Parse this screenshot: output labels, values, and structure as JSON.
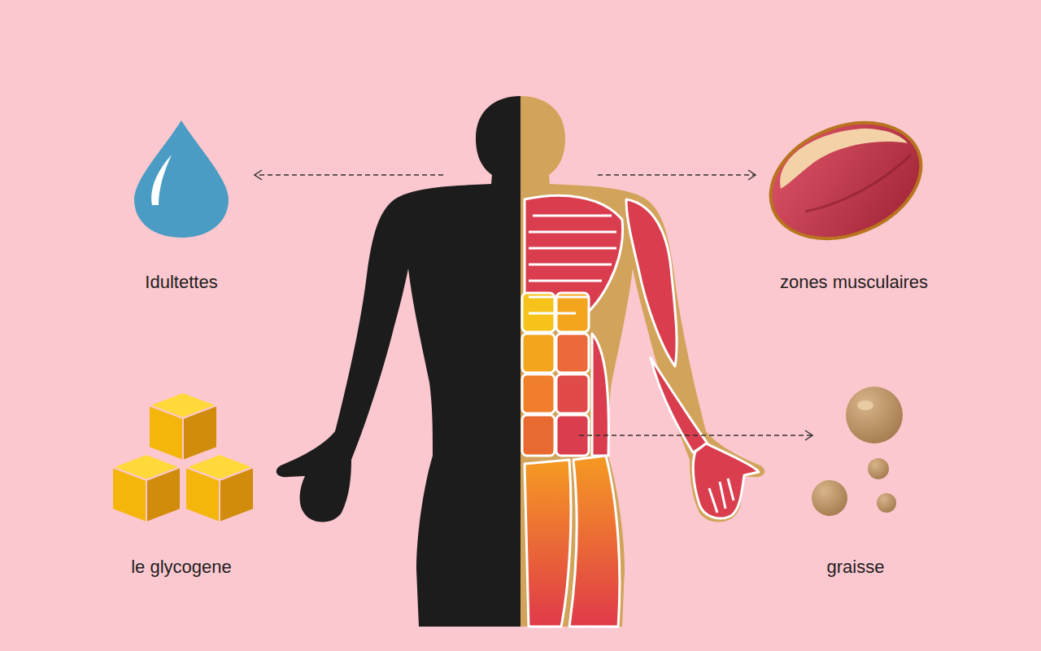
{
  "diagram": {
    "nodes": [
      {
        "text": [
          "Idultettes"
        ]
      },
      {
        "text": [
          "zones musculaires"
        ]
      },
      {
        "text": [
          "le glycogene"
        ]
      },
      {
        "text": [
          "graisse"
        ]
      }
    ]
  }
}
